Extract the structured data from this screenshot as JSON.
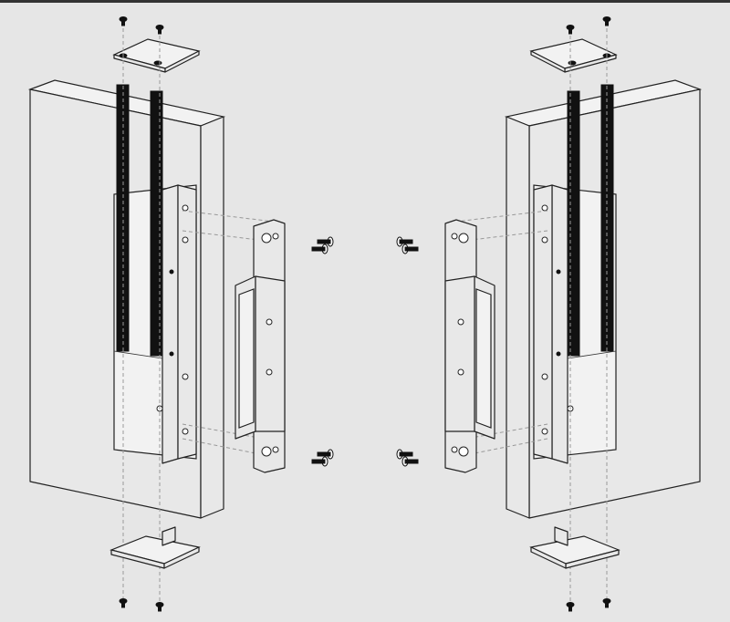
{
  "diagram": {
    "type": "exploded-assembly-view",
    "assemblies": [
      {
        "name": "left",
        "parts": [
          "door-frame",
          "mounting-channel",
          "electric-strike",
          "faceplate-screws",
          "top-cap",
          "bottom-cap",
          "cap-screws"
        ]
      },
      {
        "name": "right",
        "parts": [
          "door-frame",
          "mounting-channel",
          "electric-strike",
          "faceplate-screws",
          "top-cap",
          "bottom-cap",
          "cap-screws"
        ]
      }
    ],
    "colors": {
      "background": "#e6e6e6",
      "line": "#222222",
      "channel": "#111111"
    }
  }
}
